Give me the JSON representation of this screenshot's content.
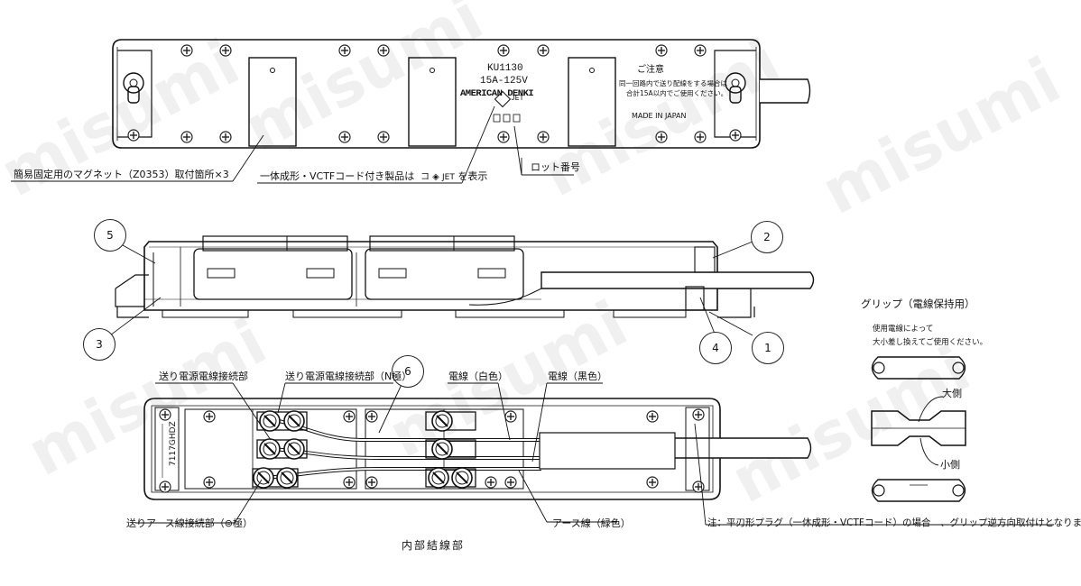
{
  "top_view": {
    "model": "KU1130",
    "rating": "15A-125V",
    "brand": "AMERICAN DENKI",
    "mark": "JET",
    "notice_title": "ご注意",
    "notice_line1": "同一回路内で送り配線をする場合は",
    "notice_line2": "合計15A以内でご使用ください。",
    "made_in": "MADE IN JAPAN",
    "callout_magnet": "簡易固定用のマグネット（Z0353）取付箇所×3",
    "callout_vctf_prefix": "一体成形・VCTFコード付き製品は",
    "callout_vctf_suffix": "を表示",
    "callout_lot": "ロット番号"
  },
  "side_view": {
    "numbers": [
      "1",
      "2",
      "3",
      "4",
      "5",
      "6"
    ]
  },
  "grip": {
    "title": "グリップ（電線保持用）",
    "desc_line1": "使用電線によって",
    "desc_line2": "大小差し換えてご使用ください。",
    "big_side": "大側",
    "small_side": "小側"
  },
  "wiring": {
    "label_send_power_left": "送り電源電線接続部",
    "label_send_power_n": "送り電源電線接続部（N極）",
    "label_wire_white": "電線（白色）",
    "label_wire_black": "電線（黒色）",
    "label_earth_send": "送りアース線接続部（⊜極）",
    "label_earth_wire": "アース線（緑色）",
    "note_plug": "注：平刃形プラグ（一体成形・VCTFコード）の場合　、グリップ逆方向取付けとなります",
    "title": "内部結線部",
    "inner_print": "7117GHDZ"
  },
  "watermark": "misumi"
}
